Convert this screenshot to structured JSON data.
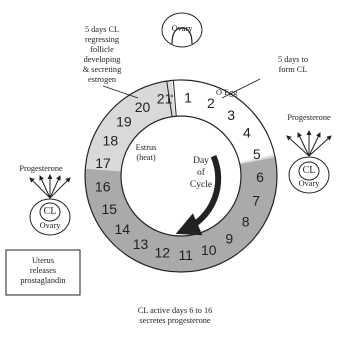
{
  "labels": {
    "ovary_top": "Ovary",
    "cl_regressing": "5 days CL\nregressing\nfollicle\ndeveloping\n& secreting\nestrogen",
    "egg": "O Egg",
    "form_cl": "5 days to\nform CL",
    "progesterone_left": "Progesterone",
    "progesterone_right": "Progesterone",
    "estrus": "Estrus\n(heat)",
    "day_of_cycle": "Day\nof\nCycle",
    "cl_left": "CL",
    "ovary_left": "Ovary",
    "cl_right": "CL",
    "ovary_right": "Ovary",
    "uterus_box": "Uterus\nreleases\nprostaglandin",
    "cl_active": "CL active days 6 to 16\nsecretes progesterone",
    "egg_marker": "∘"
  },
  "cycle_days": [
    "1",
    "2",
    "3",
    "4",
    "5",
    "6",
    "7",
    "8",
    "9",
    "10",
    "11",
    "12",
    "13",
    "14",
    "15",
    "16",
    "17",
    "18",
    "19",
    "20",
    "21"
  ],
  "colors": {
    "light_ring": "#d9d9d9",
    "dark_ring": "#aaaaaa",
    "ink": "#222222"
  },
  "icons": [
    "ovary-icon",
    "cycle-arrow-icon",
    "secretion-arrows-icon"
  ]
}
